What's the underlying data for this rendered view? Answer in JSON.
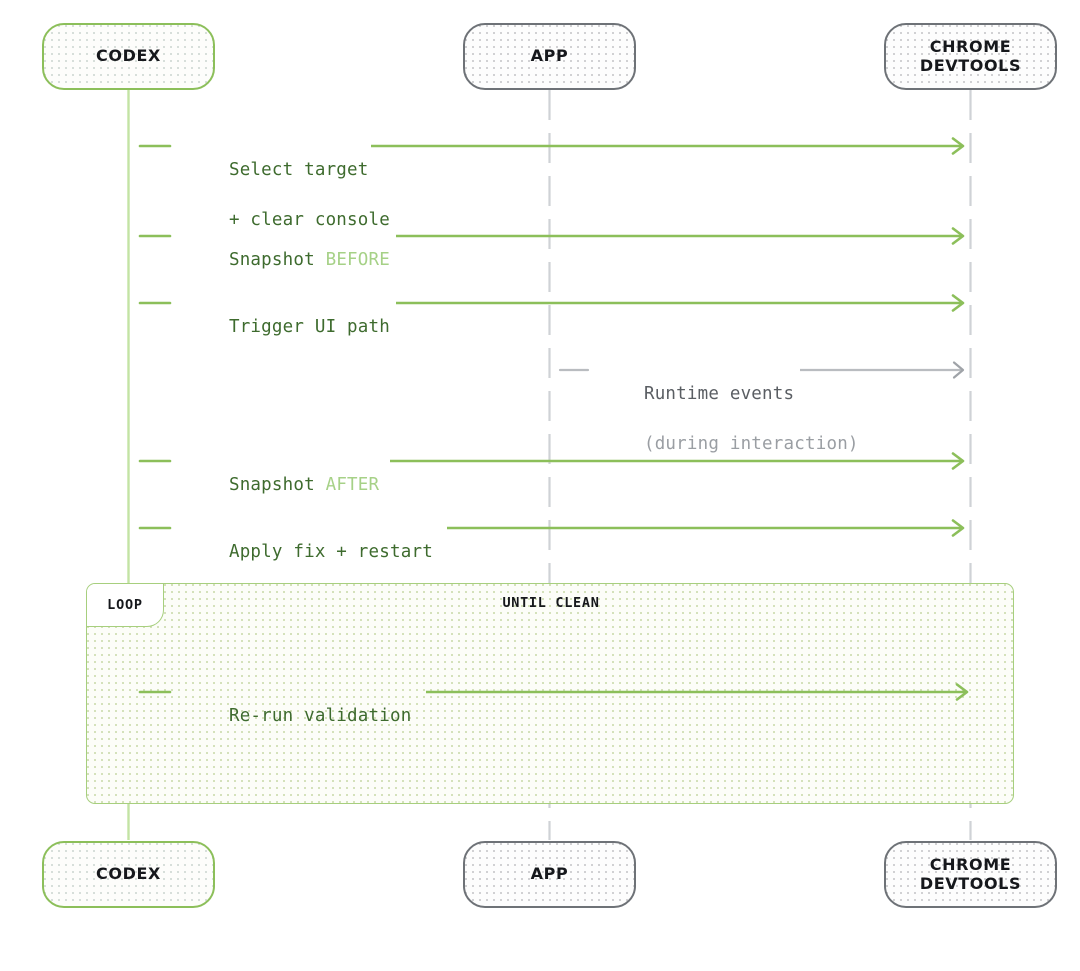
{
  "diagram": {
    "type": "sequence-diagram",
    "title": "Codex / App / Chrome DevTools validation loop",
    "colors": {
      "green_accent": "#8cbf5a",
      "green_text": "#3e6b2e",
      "green_light": "#a6d187",
      "gray_line": "#b9bcc0",
      "gray_text": "#5a5e63",
      "gray_text_light": "#9a9ea3",
      "box_border_gray": "#6e7277",
      "loop_border": "#a7cf7e",
      "background": "#ffffff"
    }
  },
  "actors": [
    {
      "id": "codex",
      "label": "CODEX",
      "style": "green",
      "lifeline": "solid-green"
    },
    {
      "id": "app",
      "label": "APP",
      "style": "gray",
      "lifeline": "dashed-gray"
    },
    {
      "id": "devtools",
      "label": "CHROME\nDEVTOOLS",
      "style": "gray",
      "lifeline": "dashed-gray"
    }
  ],
  "actors_bottom": [
    {
      "id": "codex-bottom",
      "label": "CODEX",
      "style": "green"
    },
    {
      "id": "app-bottom",
      "label": "APP",
      "style": "gray"
    },
    {
      "id": "devtools-bottom",
      "label": "CHROME\nDEVTOOLS",
      "style": "gray"
    }
  ],
  "messages": [
    {
      "id": "msg-select-target",
      "from": "codex",
      "to": "devtools",
      "color": "green",
      "line1_primary": "Select target",
      "line1_accent": "",
      "line2": "+ clear console"
    },
    {
      "id": "msg-snapshot-before",
      "from": "codex",
      "to": "devtools",
      "color": "green",
      "line1_primary": "Snapshot ",
      "line1_accent": "BEFORE",
      "line2": ""
    },
    {
      "id": "msg-trigger-ui-path",
      "from": "codex",
      "to": "devtools",
      "color": "green",
      "line1_primary": "Trigger UI path",
      "line1_accent": "",
      "line2": ""
    },
    {
      "id": "msg-runtime-events",
      "from": "app",
      "to": "devtools",
      "color": "gray",
      "line1_primary": "Runtime events",
      "line1_accent": "",
      "line2": "(during interaction)"
    },
    {
      "id": "msg-snapshot-after",
      "from": "codex",
      "to": "devtools",
      "color": "green",
      "line1_primary": "Snapshot ",
      "line1_accent": "AFTER",
      "line2": ""
    },
    {
      "id": "msg-apply-fix",
      "from": "codex",
      "to": "devtools",
      "color": "green",
      "line1_primary": "Apply fix + restart",
      "line1_accent": "",
      "line2": ""
    },
    {
      "id": "msg-rerun-validation",
      "from": "codex",
      "to": "devtools",
      "color": "green",
      "line1_primary": "Re-run validation",
      "line1_accent": "",
      "line2": ""
    }
  ],
  "loop": {
    "tag": "LOOP",
    "condition": "UNTIL CLEAN"
  }
}
